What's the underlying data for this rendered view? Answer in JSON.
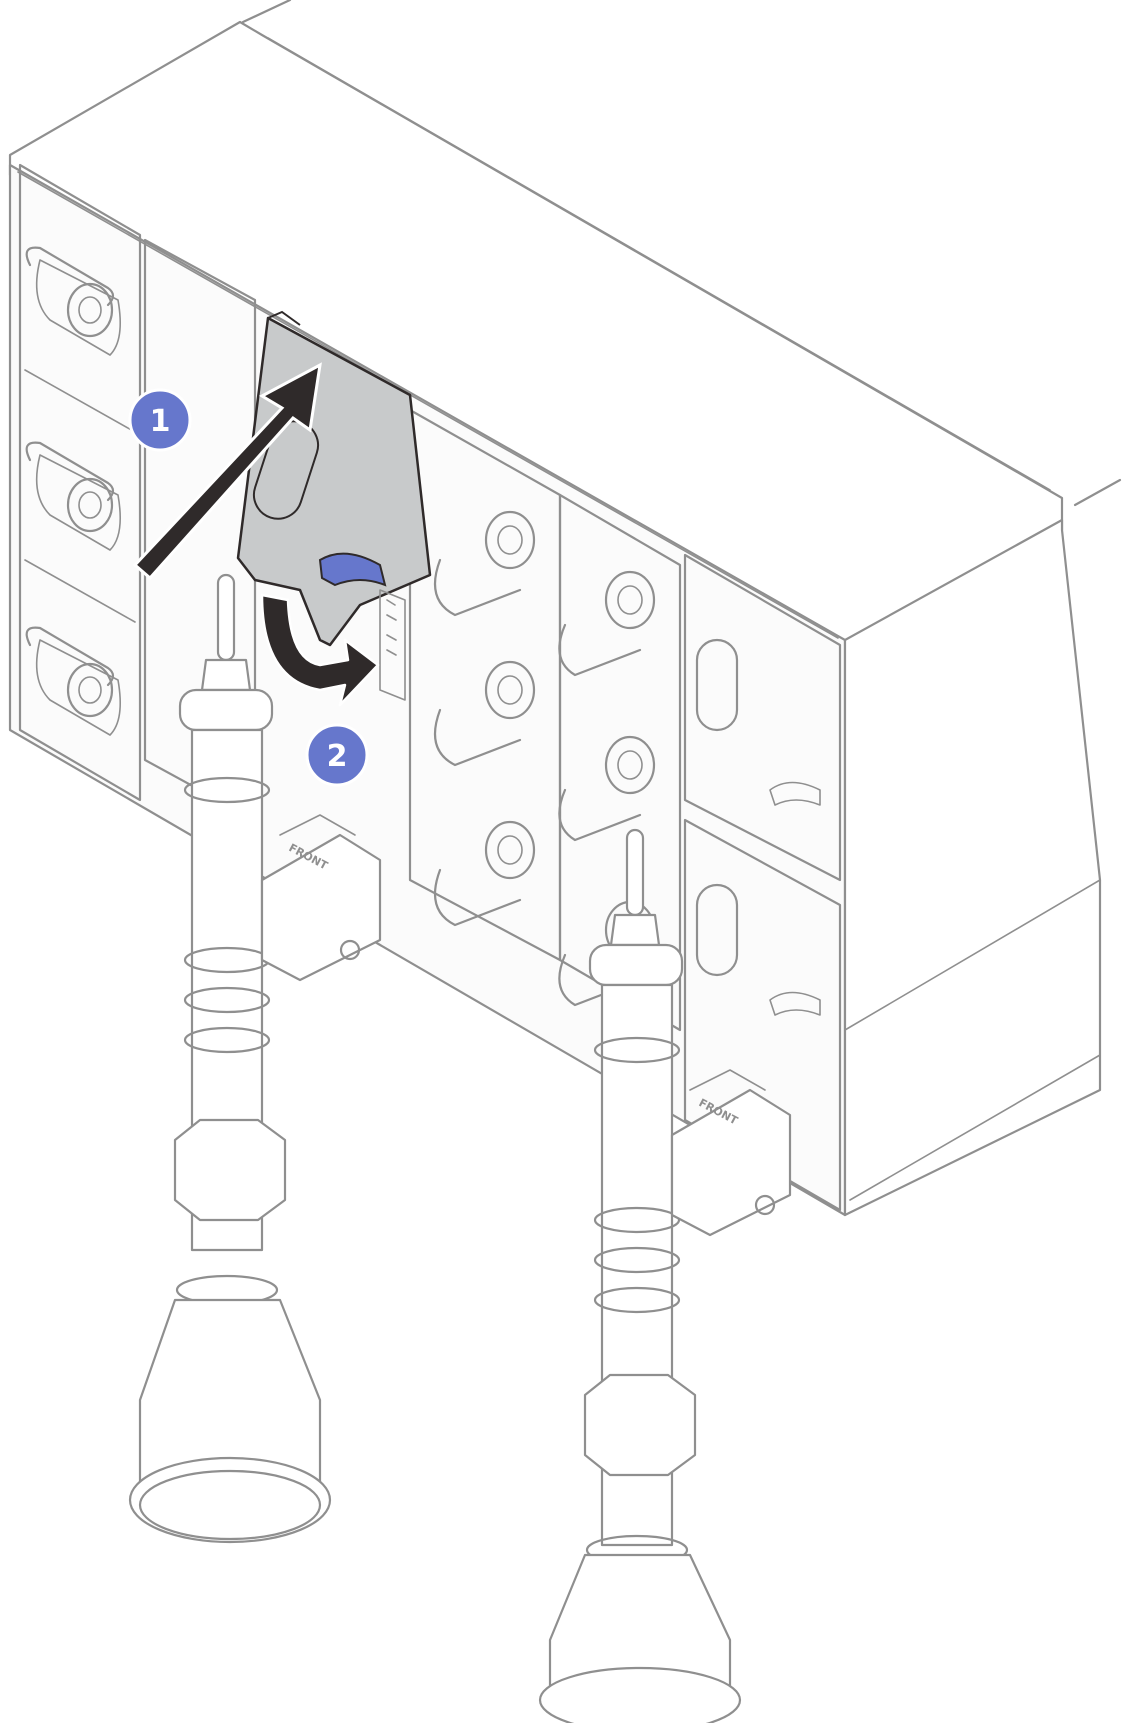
{
  "figure": {
    "description": "Installing the water-loop filler panel in a server enclosure rear chassis",
    "colors": {
      "line_art": "#8f8f8f",
      "callout": "#6677cc",
      "arrow": "#2f2a2a",
      "panel_fill": "#c8cacb",
      "latch": "#6677cc",
      "background": "#ffffff"
    }
  },
  "callouts": [
    {
      "number": "1",
      "meaning": "slide filler panel up into slot"
    },
    {
      "number": "2",
      "meaning": "rotate latch to lock"
    }
  ],
  "labels": {
    "manifold_left_front": "FRONT",
    "manifold_right_front": "FRONT"
  }
}
